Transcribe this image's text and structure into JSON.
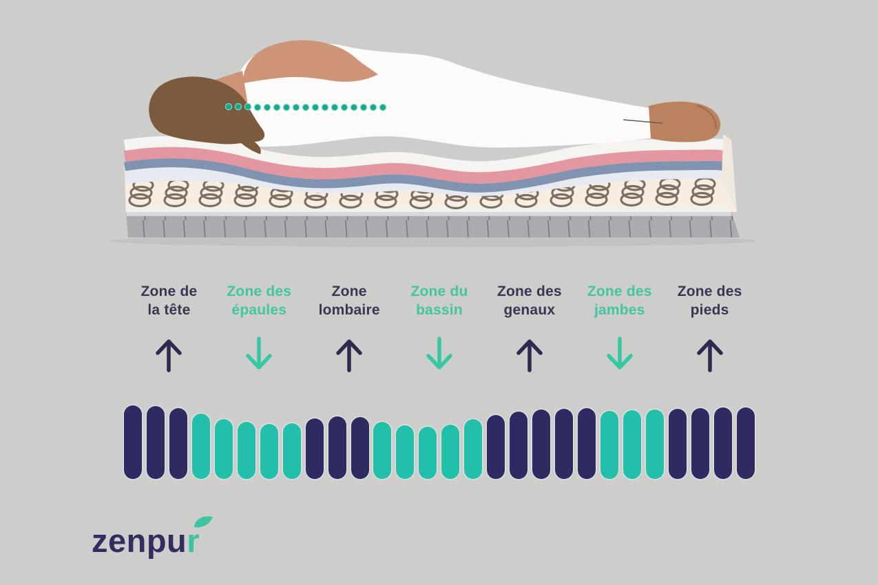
{
  "zones": [
    {
      "label": "Zone de la tête",
      "line1": "Zone de",
      "line2": "la tête",
      "direction": "up",
      "accent": false
    },
    {
      "label": "Zone des épaules",
      "line1": "Zone des",
      "line2": "épaules",
      "direction": "down",
      "accent": true
    },
    {
      "label": "Zone lombaire",
      "line1": "Zone",
      "line2": "lombaire",
      "direction": "up",
      "accent": false
    },
    {
      "label": "Zone du bassin",
      "line1": "Zone du",
      "line2": "bassin",
      "direction": "down",
      "accent": true
    },
    {
      "label": "Zone des genaux",
      "line1": "Zone des",
      "line2": "genaux",
      "direction": "up",
      "accent": false
    },
    {
      "label": "Zone des jambes",
      "line1": "Zone des",
      "line2": "jambes",
      "direction": "down",
      "accent": true
    },
    {
      "label": "Zone des pieds",
      "line1": "Zone des",
      "line2": "pieds",
      "direction": "up",
      "accent": false
    }
  ],
  "bars": [
    {
      "color": "navy",
      "height": 107
    },
    {
      "color": "navy",
      "height": 106
    },
    {
      "color": "navy",
      "height": 103
    },
    {
      "color": "teal",
      "height": 95
    },
    {
      "color": "teal",
      "height": 87
    },
    {
      "color": "teal",
      "height": 83
    },
    {
      "color": "teal",
      "height": 80
    },
    {
      "color": "teal",
      "height": 81
    },
    {
      "color": "navy",
      "height": 88
    },
    {
      "color": "navy",
      "height": 91
    },
    {
      "color": "navy",
      "height": 90
    },
    {
      "color": "teal",
      "height": 83
    },
    {
      "color": "teal",
      "height": 78
    },
    {
      "color": "teal",
      "height": 76
    },
    {
      "color": "teal",
      "height": 79
    },
    {
      "color": "teal",
      "height": 87
    },
    {
      "color": "navy",
      "height": 93
    },
    {
      "color": "navy",
      "height": 98
    },
    {
      "color": "navy",
      "height": 101
    },
    {
      "color": "navy",
      "height": 102
    },
    {
      "color": "navy",
      "height": 103
    },
    {
      "color": "teal",
      "height": 99
    },
    {
      "color": "teal",
      "height": 100
    },
    {
      "color": "teal",
      "height": 101
    },
    {
      "color": "navy",
      "height": 102
    },
    {
      "color": "navy",
      "height": 103
    },
    {
      "color": "navy",
      "height": 104
    },
    {
      "color": "navy",
      "height": 104
    }
  ],
  "logo": {
    "main": "zenpu",
    "accent": "r"
  },
  "colors": {
    "background": "#cdcdcc",
    "navy": "#2e2b62",
    "teal": "#22c0aa",
    "label_dark": "#3a3651",
    "label_teal": "#41c6a1",
    "arrow_dark": "#2e2a4e",
    "arrow_teal": "#36c8a2",
    "logo_navy": "#312d5e",
    "logo_teal": "#38c3a1",
    "mattress_pink": "#e397a1",
    "mattress_blue": "#8093b0",
    "dot_teal": "#18a88d"
  }
}
